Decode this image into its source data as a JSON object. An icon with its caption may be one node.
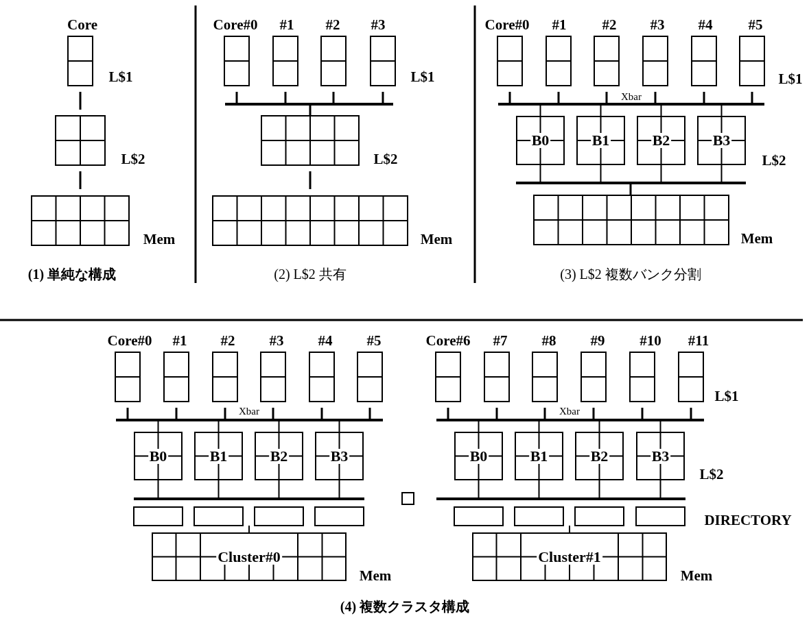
{
  "diagram": {
    "nodes": [
      {
        "text": [],
        "shape": "bar"
      },
      {
        "text": [
          "B0"
        ]
      },
      {
        "text": [
          "B1"
        ]
      },
      {
        "text": [
          "B2"
        ]
      },
      {
        "text": [
          "B3"
        ]
      },
      {
        "text": [],
        "shape": "bar"
      },
      {
        "text": [],
        "shape": "bar"
      },
      {
        "text": [],
        "shape": "bar"
      },
      {
        "text": [
          "B0"
        ]
      },
      {
        "text": [
          "B1"
        ]
      },
      {
        "text": [
          "B2"
        ]
      },
      {
        "text": [
          "B3"
        ]
      },
      {
        "text": [
          "B0"
        ]
      },
      {
        "text": [
          "B1"
        ]
      },
      {
        "text": [
          "B2"
        ]
      },
      {
        "text": [
          "B3"
        ]
      },
      {
        "text": [],
        "shape": "bar"
      },
      {
        "text": [],
        "shape": "bar"
      },
      {
        "text": [
          "Cluster#0"
        ]
      },
      {
        "text": [
          "Cluster#1"
        ]
      }
    ],
    "edges": [
      {
        "from": 0,
        "to": 1,
        "arrow": "none"
      },
      {
        "from": 0,
        "to": 2,
        "arrow": "none"
      },
      {
        "from": 0,
        "to": 3,
        "arrow": "none"
      },
      {
        "from": 0,
        "to": 4,
        "arrow": "none"
      },
      {
        "from": 1,
        "to": 5,
        "arrow": "none"
      },
      {
        "from": 2,
        "to": 5,
        "arrow": "none"
      },
      {
        "from": 3,
        "to": 5,
        "arrow": "none"
      },
      {
        "from": 4,
        "to": 5,
        "arrow": "none"
      },
      {
        "from": 6,
        "to": 8,
        "arrow": "none"
      },
      {
        "from": 6,
        "to": 9,
        "arrow": "none"
      },
      {
        "from": 6,
        "to": 10,
        "arrow": "none"
      },
      {
        "from": 6,
        "to": 11,
        "arrow": "none"
      },
      {
        "from": 7,
        "to": 12,
        "arrow": "none"
      },
      {
        "from": 7,
        "to": 13,
        "arrow": "none"
      },
      {
        "from": 7,
        "to": 14,
        "arrow": "none"
      },
      {
        "from": 7,
        "to": 15,
        "arrow": "none"
      },
      {
        "from": 8,
        "to": 16,
        "arrow": "none"
      },
      {
        "from": 9,
        "to": 16,
        "arrow": "none"
      },
      {
        "from": 10,
        "to": 16,
        "arrow": "none"
      },
      {
        "from": 11,
        "to": 16,
        "arrow": "none"
      },
      {
        "from": 12,
        "to": 17,
        "arrow": "none"
      },
      {
        "from": 13,
        "to": 17,
        "arrow": "none"
      },
      {
        "from": 14,
        "to": 17,
        "arrow": "none"
      },
      {
        "from": 15,
        "to": 17,
        "arrow": "none"
      }
    ],
    "labels": [
      "Core",
      "L$1",
      "L$2",
      "Mem",
      "(1) 単純な構成",
      "Core#0",
      "#1",
      "#2",
      "#3",
      "L$1",
      "L$2",
      "Mem",
      "(2) L$2 共有",
      "Core#0",
      "#1",
      "#2",
      "#3",
      "#4",
      "#5",
      "L$1",
      "Xbar",
      "L$2",
      "Mem",
      "(3) L$2 複数バンク分割",
      "Core#0",
      "#1",
      "#2",
      "#3",
      "#4",
      "#5",
      "Core#6",
      "#7",
      "#8",
      "#9",
      "#10",
      "#11",
      "L$1",
      "Xbar",
      "Xbar",
      "L$2",
      "DIRECTORY",
      "Mem",
      "Mem",
      "(4) 複数クラスタ構成"
    ]
  }
}
